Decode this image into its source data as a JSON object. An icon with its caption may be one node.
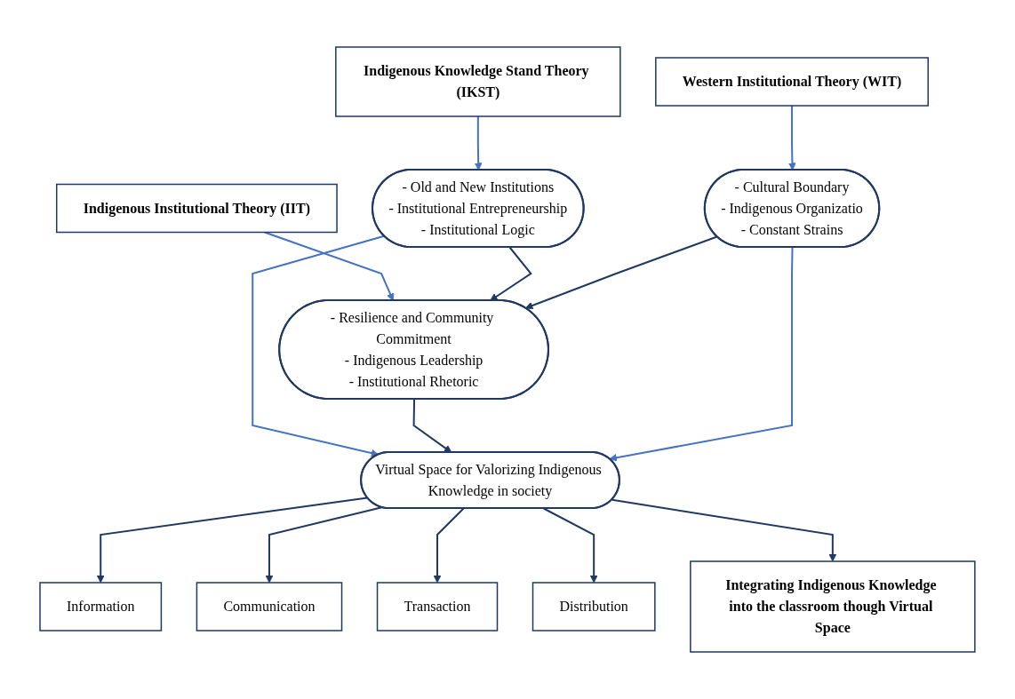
{
  "diagram": {
    "nodes": [
      {
        "text": [
          "Indigenous Knowledge Stand Theory (IKST)"
        ]
      },
      {
        "text": [
          "Indigenous Institutional Theory (IIT)"
        ]
      },
      {
        "text": [
          "Western Institutional Theory (WIT)"
        ]
      },
      {
        "text": [
          "- Old and New Institutions",
          "- Institutional Entrepreneurship",
          "- Institutional Logic"
        ]
      },
      {
        "text": [
          "- Resilience and Community Commitment",
          "- Indigenous Leadership",
          "- Institutional Rhetoric"
        ]
      },
      {
        "text": [
          "- Cultural Boundary",
          "- Indigenous Organizatio",
          "- Constant Strains"
        ]
      },
      {
        "text": [
          "Virtual Space for Valorizing Indigenous Knowledge in society"
        ]
      },
      {
        "text": [
          "Information"
        ]
      },
      {
        "text": [
          "Communication"
        ]
      },
      {
        "text": [
          "Transaction"
        ]
      },
      {
        "text": [
          "Distribution"
        ]
      },
      {
        "text": [
          "Integrating Indigenous Knowledge into the classroom though Virtual Space"
        ]
      }
    ],
    "edges": [
      {
        "from": 0,
        "to": 3,
        "arrow": "to",
        "color": "#4472c4"
      },
      {
        "from": 1,
        "to": 4,
        "arrow": "to",
        "color": "#4472c4"
      },
      {
        "from": 2,
        "to": 5,
        "arrow": "to",
        "color": "#4472c4"
      },
      {
        "from": 3,
        "to": 4,
        "arrow": "to"
      },
      {
        "from": 5,
        "to": 4,
        "arrow": "to"
      },
      {
        "from": 3,
        "to": 6,
        "arrow": "to",
        "color": "#4472c4"
      },
      {
        "from": 4,
        "to": 6,
        "arrow": "to"
      },
      {
        "from": 5,
        "to": 6,
        "arrow": "to",
        "color": "#4472c4"
      },
      {
        "from": 6,
        "to": 7,
        "arrow": "to"
      },
      {
        "from": 6,
        "to": 8,
        "arrow": "to"
      },
      {
        "from": 6,
        "to": 9,
        "arrow": "to"
      },
      {
        "from": 6,
        "to": 10,
        "arrow": "to"
      },
      {
        "from": 6,
        "to": 11,
        "arrow": "to"
      }
    ]
  }
}
